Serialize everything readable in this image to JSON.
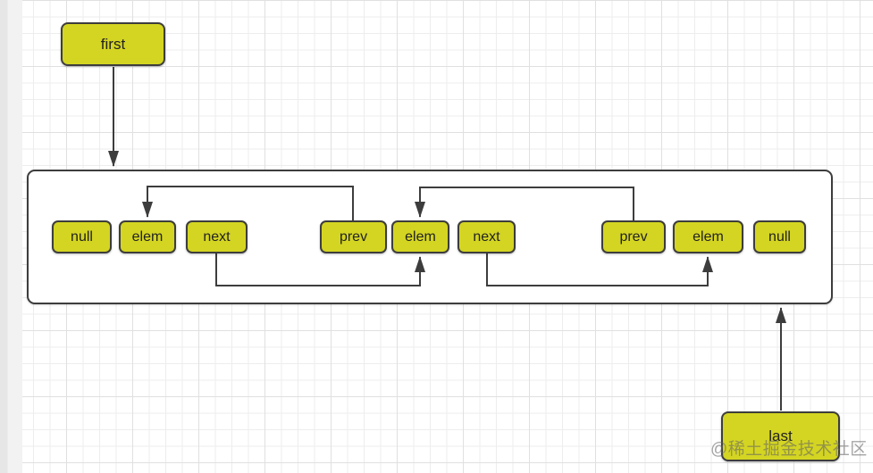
{
  "diagram": {
    "first_label": "first",
    "last_label": "last",
    "nodes": [
      {
        "label": "null"
      },
      {
        "label": "elem"
      },
      {
        "label": "next"
      },
      {
        "label": "prev"
      },
      {
        "label": "elem"
      },
      {
        "label": "next"
      },
      {
        "label": "prev"
      },
      {
        "label": "elem"
      },
      {
        "label": "null"
      }
    ],
    "colors": {
      "node_fill": "#d4d522",
      "node_border": "#3d3d3d",
      "connector": "#3d3d3d"
    }
  },
  "watermark": {
    "text": "@稀土掘金技术社区"
  }
}
